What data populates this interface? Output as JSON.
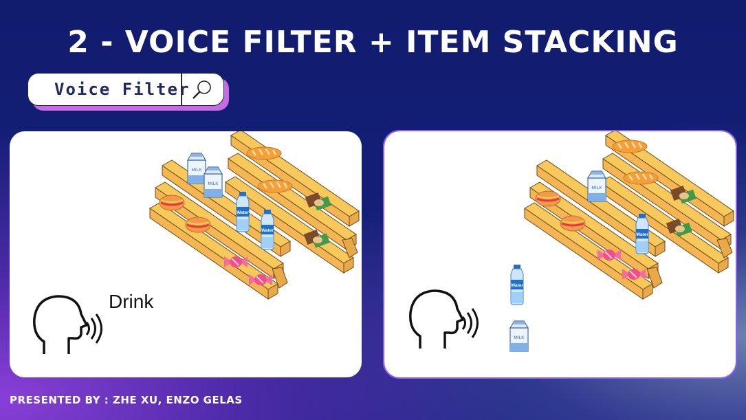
{
  "title": "2 - VOICE FILTER + ITEM STACKING",
  "search": {
    "label": "Voice Filter",
    "icon": "magnifier-icon"
  },
  "left_panel": {
    "spoken_word": "Drink",
    "icons": [
      "speaking-head-icon",
      "shelves",
      "milk-carton-icon",
      "water-bottle-icon",
      "bread-icon",
      "sandwich-icon",
      "candy-icon"
    ]
  },
  "right_panel": {
    "icons": [
      "speaking-head-icon",
      "shelves",
      "water-bottle-icon",
      "milk-carton-icon"
    ]
  },
  "footer": "PRESENTED BY : ZHE XU, ENZO GELAS",
  "labels": {
    "milk": "MILK",
    "water": "Water"
  },
  "colors": {
    "accent": "#c56be6",
    "panel_outline": "#8f5cf2",
    "shelf": "#f7c85a",
    "background": "#14207a"
  }
}
